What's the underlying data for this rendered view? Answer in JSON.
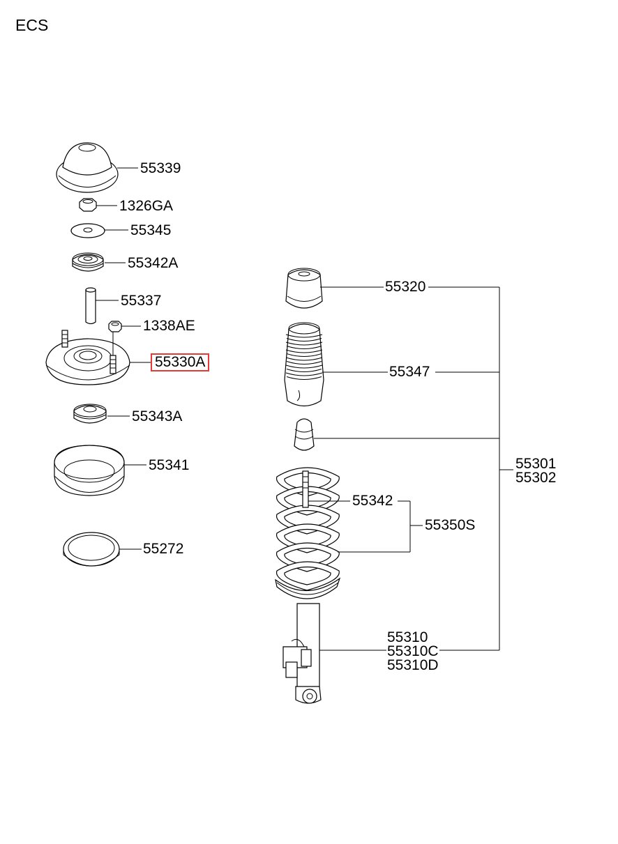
{
  "diagram": {
    "title": "ECS",
    "highlight_color": "#e53935",
    "callouts": [
      {
        "id": "c55339",
        "lines": [
          "55339"
        ]
      },
      {
        "id": "c1326ga",
        "lines": [
          "1326GA"
        ]
      },
      {
        "id": "c55345",
        "lines": [
          "55345"
        ]
      },
      {
        "id": "c55342a",
        "lines": [
          "55342A"
        ]
      },
      {
        "id": "c55337",
        "lines": [
          "55337"
        ]
      },
      {
        "id": "c1338ae",
        "lines": [
          "1338AE"
        ]
      },
      {
        "id": "c55330a",
        "lines": [
          "55330A"
        ],
        "highlighted": true
      },
      {
        "id": "c55343a",
        "lines": [
          "55343A"
        ]
      },
      {
        "id": "c55341",
        "lines": [
          "55341"
        ]
      },
      {
        "id": "c55272",
        "lines": [
          "55272"
        ]
      },
      {
        "id": "c55320",
        "lines": [
          "55320"
        ]
      },
      {
        "id": "c55347",
        "lines": [
          "55347"
        ]
      },
      {
        "id": "c55301",
        "lines": [
          "55301",
          "55302"
        ]
      },
      {
        "id": "c55342",
        "lines": [
          "55342"
        ]
      },
      {
        "id": "c55350s",
        "lines": [
          "55350S"
        ]
      },
      {
        "id": "c55310",
        "lines": [
          "55310",
          "55310C",
          "55310D"
        ]
      }
    ]
  }
}
